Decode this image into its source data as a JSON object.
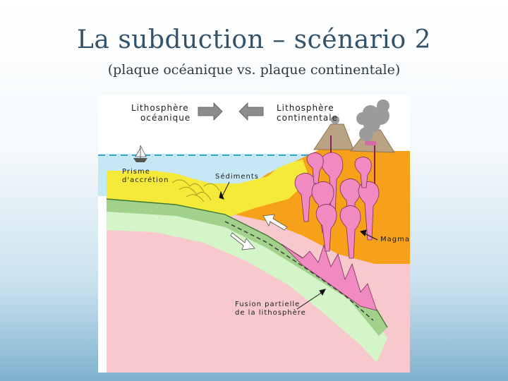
{
  "slide": {
    "title": "La subduction – scénario 2",
    "subtitle": "(plaque océanique vs. plaque continentale)"
  },
  "diagram": {
    "labels": {
      "oceanic_line1": "Lithosphère",
      "oceanic_line2": "océanique",
      "continental_line1": "Lithosphère",
      "continental_line2": "continentale",
      "prism_line1": "Prisme",
      "prism_line2": "d'accrétion",
      "sediments": "Sédiments",
      "magma": "Magma",
      "fusion_line1": "Fusion partielle",
      "fusion_line2": "de la lithosphère"
    },
    "colors": {
      "ocean": "#c6e8f4",
      "sediments": "#f5e93a",
      "continental_crust": "#f7a019",
      "magma": "#f08ac0",
      "lithosphere_top": "#a2d18c",
      "lithosphere_bottom": "#d4f5c8",
      "asthenosphere": "#f7c9cd"
    }
  }
}
